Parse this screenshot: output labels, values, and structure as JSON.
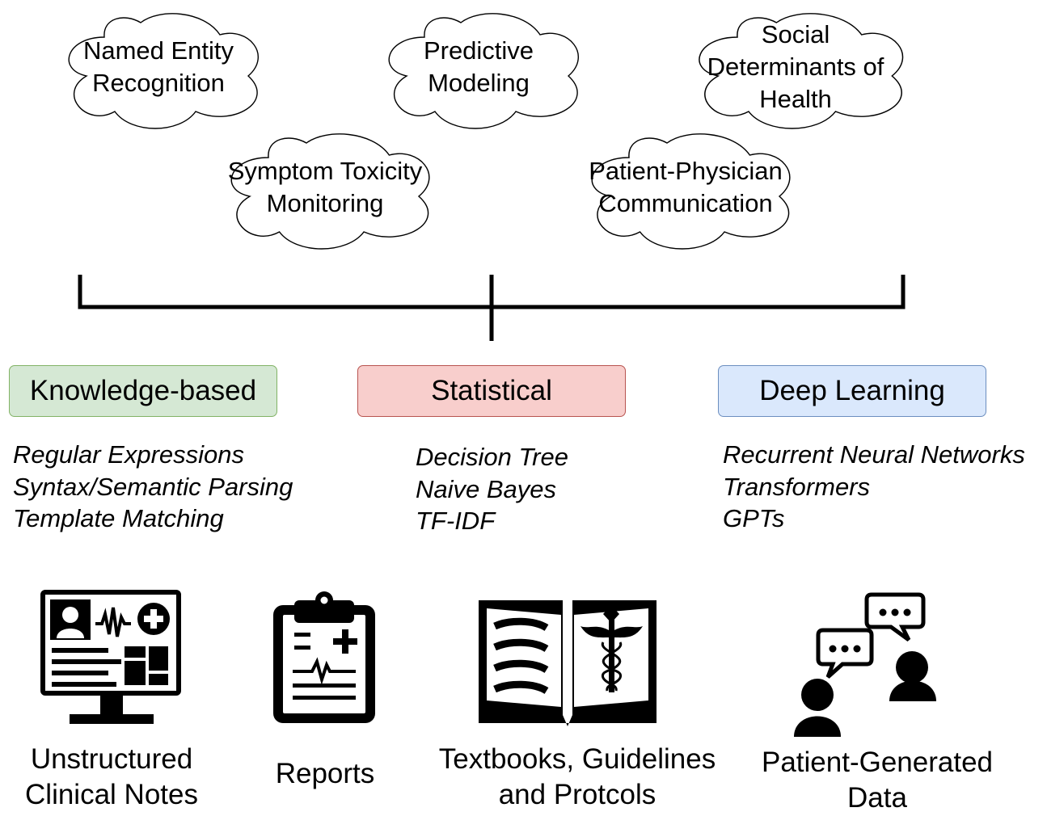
{
  "tasks": [
    {
      "lines": [
        "Named Entity",
        "Recognition"
      ]
    },
    {
      "lines": [
        "Predictive",
        "Modeling"
      ]
    },
    {
      "lines": [
        "Social",
        "Determinants of",
        "Health"
      ]
    },
    {
      "lines": [
        "Symptom Toxicity",
        "Monitoring"
      ]
    },
    {
      "lines": [
        "Patient-Physician",
        "Communication"
      ]
    }
  ],
  "approaches": [
    {
      "label": "Knowledge-based",
      "fill": "#d5e8d4",
      "stroke": "#82b366",
      "methods": [
        "Regular Expressions",
        "Syntax/Semantic Parsing",
        "Template Matching"
      ]
    },
    {
      "label": "Statistical",
      "fill": "#f8cecc",
      "stroke": "#b85450",
      "methods": [
        "Decision Tree",
        "Naive Bayes",
        "TF-IDF"
      ]
    },
    {
      "label": "Deep Learning",
      "fill": "#dae8fc",
      "stroke": "#6c8ebf",
      "methods": [
        "Recurrent Neural Networks",
        "Transformers",
        "GPTs"
      ]
    }
  ],
  "sources": [
    {
      "icon": "clinical-monitor-icon",
      "lines": [
        "Unstructured",
        "Clinical Notes"
      ]
    },
    {
      "icon": "clipboard-report-icon",
      "lines": [
        "Reports"
      ]
    },
    {
      "icon": "medical-book-icon",
      "lines": [
        "Textbooks, Guidelines",
        "and Protcols"
      ]
    },
    {
      "icon": "conversation-icon",
      "lines": [
        "Patient-Generated",
        "Data"
      ]
    }
  ]
}
